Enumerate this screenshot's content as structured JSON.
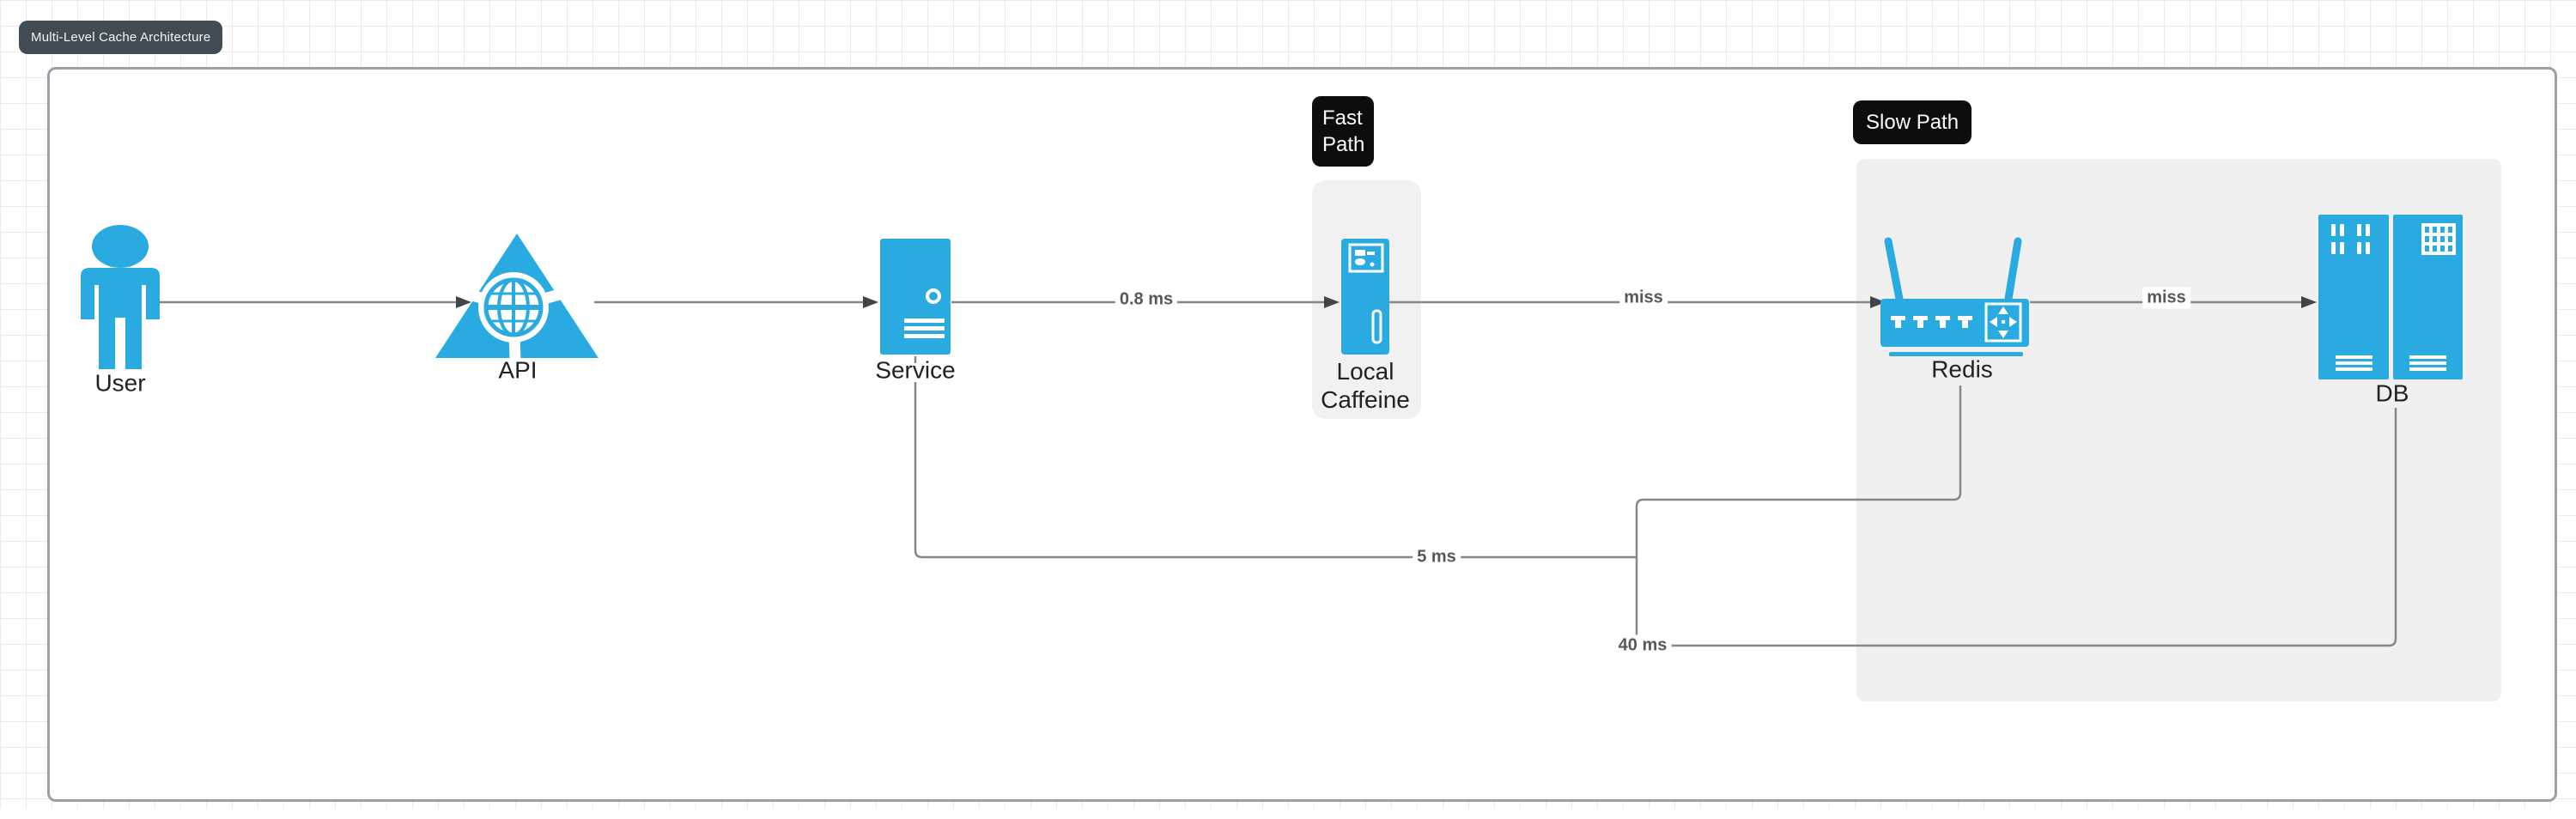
{
  "title_badge": {
    "label": "Multi-Level Cache Architecture"
  },
  "groups": {
    "fast": {
      "label": "Fast Path"
    },
    "slow": {
      "label": "Slow Path"
    }
  },
  "nodes": {
    "user": {
      "label": "User",
      "icon": "person-icon"
    },
    "api": {
      "label": "API",
      "icon": "api-triangle-globe-icon"
    },
    "service": {
      "label": "Service",
      "icon": "server-tower-icon"
    },
    "local_caffeine": {
      "label": "Local Caffeine",
      "icon": "cache-cabinet-icon"
    },
    "redis": {
      "label": "Redis",
      "icon": "wireless-router-icon"
    },
    "db": {
      "label": "DB",
      "icon": "database-racks-icon"
    }
  },
  "edges": [
    {
      "from": "User",
      "to": "API",
      "label": ""
    },
    {
      "from": "API",
      "to": "Service",
      "label": ""
    },
    {
      "from": "Service",
      "to": "Local Caffeine",
      "label": "0.8 ms"
    },
    {
      "from": "Local Caffeine",
      "to": "Redis",
      "label": "miss"
    },
    {
      "from": "Redis",
      "to": "DB",
      "label": "miss"
    },
    {
      "from": "Service",
      "to": "Redis",
      "label": "5 ms"
    },
    {
      "from": "Service",
      "to": "DB",
      "label": "40 ms"
    }
  ],
  "colors": {
    "node_blue": "#29abe2",
    "edge_gray": "#83888d",
    "arrowhead": "#3f4549",
    "badge_black": "#0b0d0e",
    "title_badge_bg": "#424c54",
    "group_fill": "#f1f1f2",
    "container_border": "#98a0a8"
  }
}
